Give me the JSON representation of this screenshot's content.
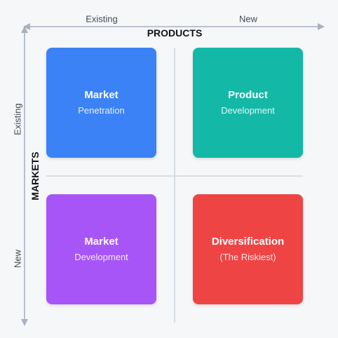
{
  "axes": {
    "products_title": "PRODUCTS",
    "markets_title": "MARKETS",
    "products_existing": "Existing",
    "products_new": "New",
    "markets_existing": "Existing",
    "markets_new": "New"
  },
  "quadrants": [
    {
      "title": "Market",
      "subtitle": "Penetration",
      "color": "#3b82f6"
    },
    {
      "title": "Product",
      "subtitle": "Development",
      "color": "#14b8a6"
    },
    {
      "title": "Market",
      "subtitle": "Development",
      "color": "#a855f7"
    },
    {
      "title": "Diversification",
      "subtitle": "(The Riskiest)",
      "color": "#ef4444"
    }
  ],
  "colors": {
    "axis_line": "#a9b1c2",
    "divider": "#cfd5de"
  }
}
